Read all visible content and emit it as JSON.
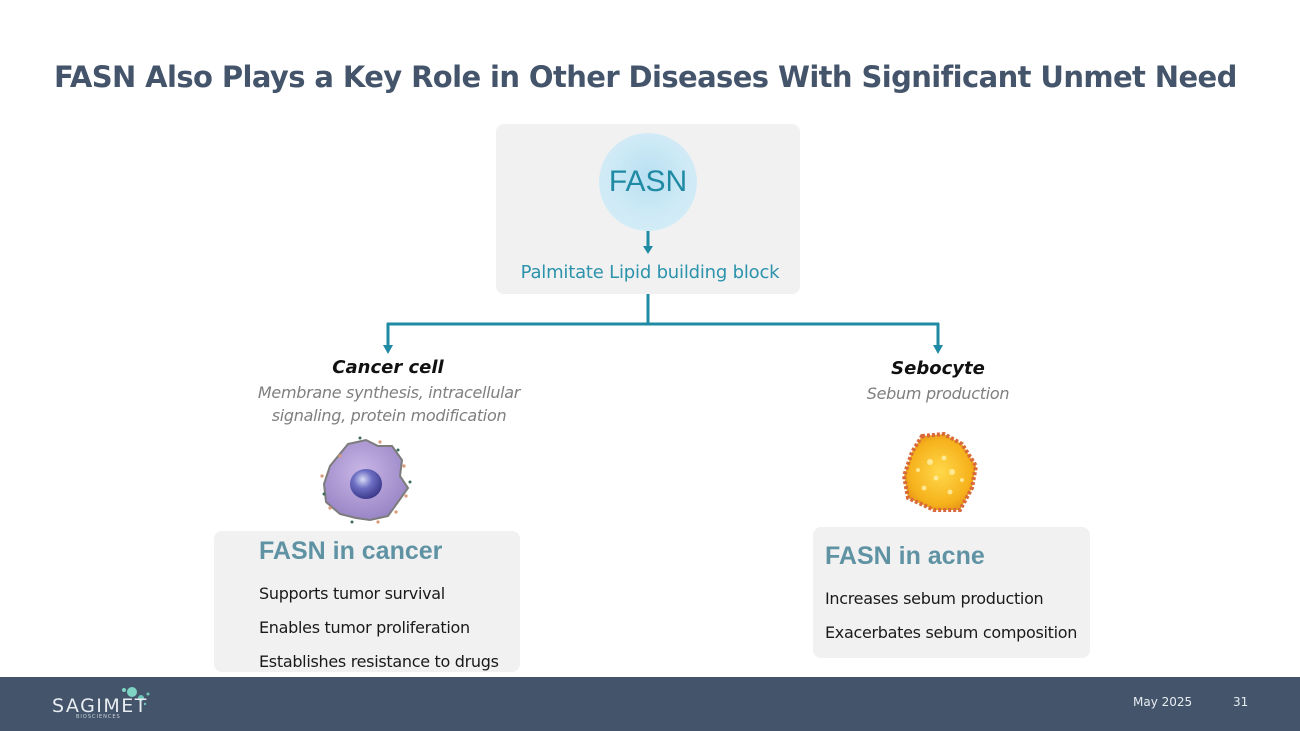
{
  "slide": {
    "title": "FASN Also Plays a Key Role in Other Diseases With Significant Unmet Need",
    "accent_color": "#1f8aa3"
  },
  "top": {
    "node_label": "FASN",
    "product_label": "Palmitate Lipid building block"
  },
  "branches": [
    {
      "title": "Cancer cell",
      "subtitle": "Membrane synthesis, intracellular signaling, protein modification",
      "image": "cancer-cell-illustration",
      "box": {
        "heading": "FASN in cancer",
        "items": [
          "Supports tumor survival",
          "Enables tumor proliferation",
          "Establishes resistance to drugs"
        ]
      }
    },
    {
      "title": "Sebocyte",
      "subtitle": "Sebum production",
      "image": "sebocyte-illustration",
      "box": {
        "heading": "FASN in acne",
        "items": [
          "Increases sebum production",
          "Exacerbates sebum composition"
        ]
      }
    }
  ],
  "footer": {
    "logo_text": "SAGIMET",
    "logo_subtext": "BIOSCIENCES",
    "date": "May 2025",
    "page_number": "31"
  }
}
